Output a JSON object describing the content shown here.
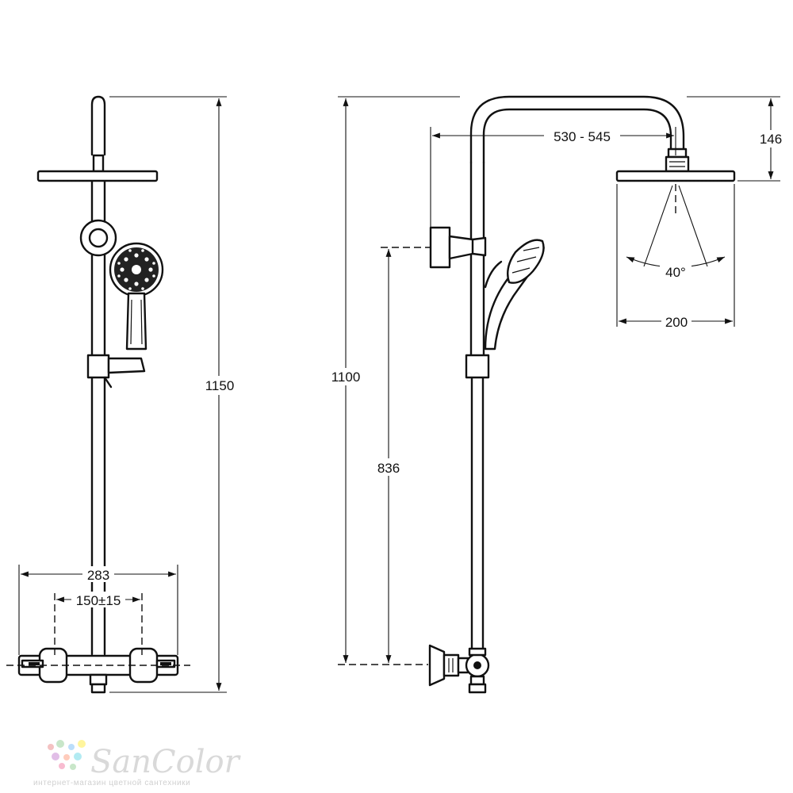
{
  "dimensions": {
    "total_height_front": "1150",
    "total_height_side": "1100",
    "slide_height": "836",
    "arm_reach": "530 - 545",
    "head_drop": "146",
    "head_diameter": "200",
    "spray_angle": "40°",
    "mixer_width": "283",
    "inlet_spacing": "150±15"
  },
  "watermark": {
    "brand": "SanColor",
    "tagline": "интернет-магазин цветной сантехники",
    "dot_colors": [
      "#f4c2c2",
      "#c8e6c9",
      "#bbdefb",
      "#fff59d",
      "#e1bee7",
      "#ffccbc",
      "#b2ebf2",
      "#f8bbd0"
    ]
  }
}
